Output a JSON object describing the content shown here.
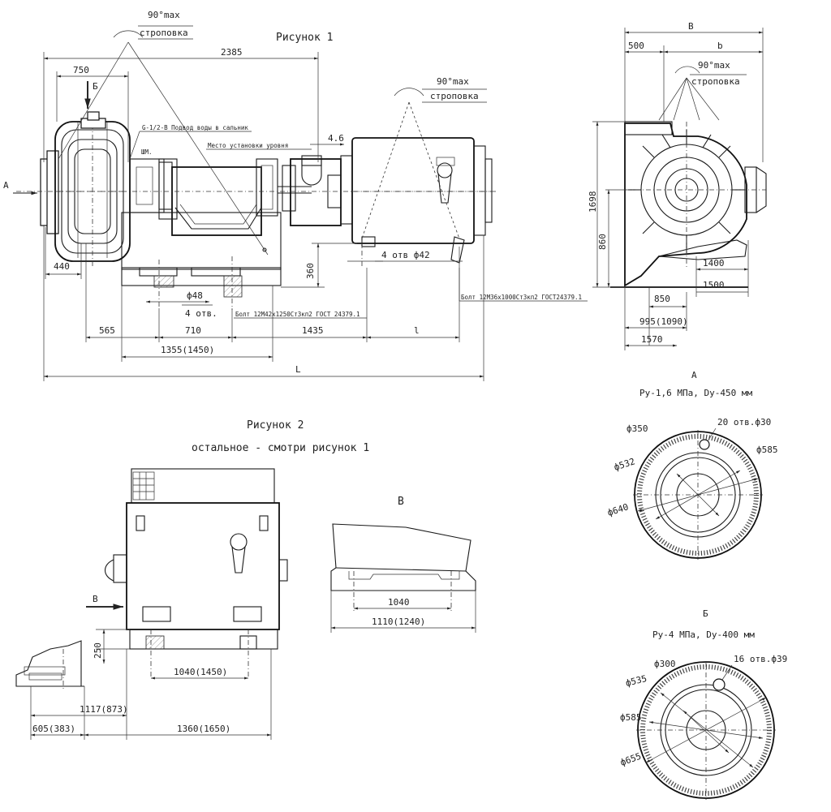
{
  "fig1": {
    "title": "Рисунок 1",
    "sling1_angle": "90°max",
    "sling1_label": "строповка",
    "sling2_angle": "90°max",
    "sling2_label": "строповка",
    "dim_2385": "2385",
    "dim_750": "750",
    "view_b": "Б",
    "view_a": "А",
    "note_water": "G-1/2-B Подвод воды в сальник",
    "note_shm": "ШМ.",
    "note_level": "Место установки уровня",
    "dim_46": "4.6",
    "dim_440": "440",
    "dim_360": "360",
    "dim_d48": "ф48",
    "dim_4otv": "4 отв.",
    "bolt_note_1": "Болт 12М42х1250Ст3кп2 ГОСТ 24379.1",
    "bolt_note_2": "Болт 12М36х1000Ст3кп2 ГОСТ24379.1",
    "dim_4otv42": "4 отв ф42",
    "dim_565": "565",
    "dim_710": "710",
    "dim_1435": "1435",
    "dim_l_small": "l",
    "dim_1355": "1355(1450)",
    "dim_L": "L"
  },
  "side": {
    "dim_B": "B",
    "dim_500": "500",
    "dim_b": "b",
    "sling_angle": "90°max",
    "sling_label": "строповка",
    "dim_1698": "1698",
    "dim_860": "860",
    "dim_1400": "1400",
    "dim_1500": "1500",
    "dim_850": "850",
    "dim_995": "995(1090)",
    "dim_1570": "1570"
  },
  "flangeA": {
    "title": "А",
    "subtitle": "Ру-1,6 МПа, Dу-450 мм",
    "holes": "20 отв.ф30",
    "d350": "ф350",
    "d585": "ф585",
    "d532": "ф532",
    "d640": "ф640"
  },
  "flangeB": {
    "title": "Б",
    "subtitle": "Ру-4 МПа, Dу-400 мм",
    "holes": "16 отв.ф39",
    "d300": "ф300",
    "d535": "ф535",
    "d585": "ф585",
    "d655": "ф655"
  },
  "fig2": {
    "title": "Рисунок 2",
    "subtitle": "остальное - смотри рисунок 1",
    "view_b": "В",
    "dim_250": "250",
    "dim_1040": "1040(1450)",
    "dim_1117": "1117(873)",
    "dim_605": "605(383)",
    "dim_1360": "1360(1650)"
  },
  "viewV": {
    "title": "В",
    "dim_1040": "1040",
    "dim_1110": "1110(1240)"
  }
}
